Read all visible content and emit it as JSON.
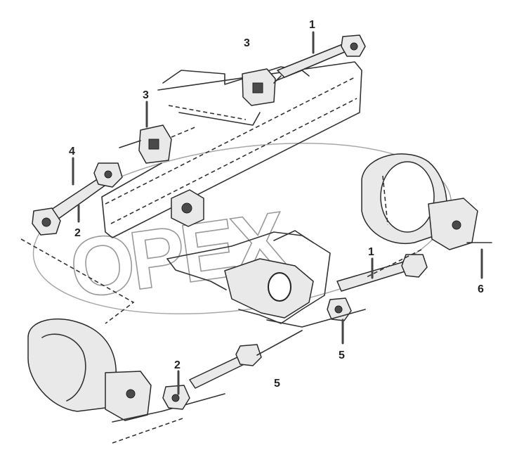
{
  "watermark": {
    "text": "OPEX"
  },
  "callouts": [
    {
      "id": "c1a",
      "label": "1"
    },
    {
      "id": "c3a",
      "label": "3"
    },
    {
      "id": "c3b",
      "label": "3"
    },
    {
      "id": "c4",
      "label": "4"
    },
    {
      "id": "c2a",
      "label": "2"
    },
    {
      "id": "c1b",
      "label": "1"
    },
    {
      "id": "c6",
      "label": "6"
    },
    {
      "id": "c5a",
      "label": "5"
    },
    {
      "id": "c2b",
      "label": "2"
    },
    {
      "id": "c5b",
      "label": "5"
    }
  ]
}
